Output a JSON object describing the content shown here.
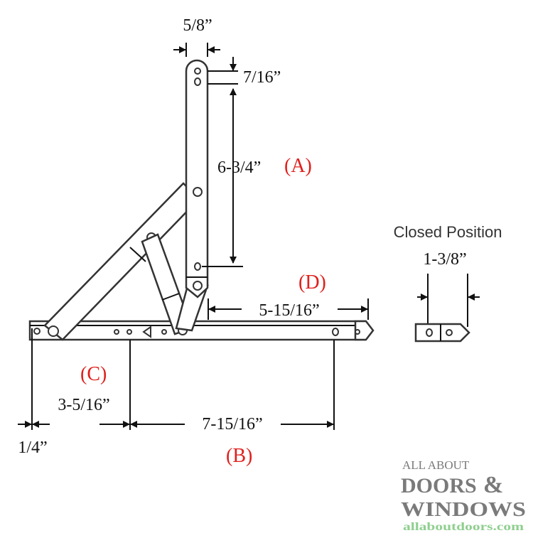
{
  "dimensions": {
    "top_width": "5/8”",
    "top_hole": "7/16”",
    "arm_length": "6-3/4”",
    "track_extension": "5-15/16”",
    "closed_width": "1-3/8”",
    "track_offset": "3-5/16”",
    "end_offset": "1/4”",
    "mount_span": "7-15/16”"
  },
  "labels": {
    "a": "(A)",
    "b": "(B)",
    "c": "(C)",
    "d": "(D)"
  },
  "closed_caption": "Closed Position",
  "logo": {
    "line1": "ALL ABOUT",
    "line2": "DOORS",
    "amp": "&",
    "line3": "WINDOWS",
    "url": "allaboutdoors.com"
  },
  "colors": {
    "label": "#e0201c",
    "logo_gray": "#7a7a7a",
    "logo_green": "#8fcf8f"
  }
}
